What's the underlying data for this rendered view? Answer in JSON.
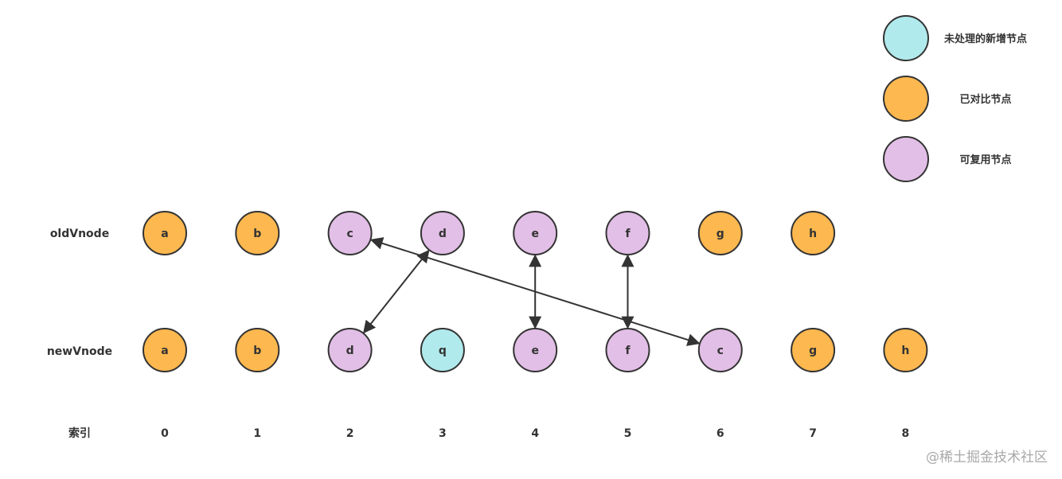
{
  "colors": {
    "unprocessed_new": "#b1eaec",
    "compared": "#fdb84f",
    "reusable": "#e2bfe6",
    "stroke": "#333333"
  },
  "legend": [
    {
      "label": "未处理的新增节点",
      "kind": "unprocessed_new"
    },
    {
      "label": "已对比节点",
      "kind": "compared"
    },
    {
      "label": "可复用节点",
      "kind": "reusable"
    }
  ],
  "rows": {
    "old_label": "oldVnode",
    "new_label": "newVnode",
    "index_label": "索引"
  },
  "old_nodes": [
    {
      "text": "a",
      "kind": "compared",
      "slot": 0
    },
    {
      "text": "b",
      "kind": "compared",
      "slot": 1
    },
    {
      "text": "c",
      "kind": "reusable",
      "slot": 2
    },
    {
      "text": "d",
      "kind": "reusable",
      "slot": 3
    },
    {
      "text": "e",
      "kind": "reusable",
      "slot": 4
    },
    {
      "text": "f",
      "kind": "reusable",
      "slot": 5
    },
    {
      "text": "g",
      "kind": "compared",
      "slot": 6
    },
    {
      "text": "h",
      "kind": "compared",
      "slot": 7
    }
  ],
  "new_nodes": [
    {
      "text": "a",
      "kind": "compared",
      "slot": 0
    },
    {
      "text": "b",
      "kind": "compared",
      "slot": 1
    },
    {
      "text": "d",
      "kind": "reusable",
      "slot": 2
    },
    {
      "text": "q",
      "kind": "unprocessed_new",
      "slot": 3
    },
    {
      "text": "e",
      "kind": "reusable",
      "slot": 4
    },
    {
      "text": "f",
      "kind": "reusable",
      "slot": 5
    },
    {
      "text": "c",
      "kind": "reusable",
      "slot": 6
    },
    {
      "text": "g",
      "kind": "compared",
      "slot": 7
    },
    {
      "text": "h",
      "kind": "compared",
      "slot": 8
    }
  ],
  "indices": [
    "0",
    "1",
    "2",
    "3",
    "4",
    "5",
    "6",
    "7",
    "8"
  ],
  "links": [
    {
      "old_slot": 3,
      "new_slot": 2
    },
    {
      "old_slot": 4,
      "new_slot": 4
    },
    {
      "old_slot": 5,
      "new_slot": 5
    },
    {
      "old_slot": 2,
      "new_slot": 6
    }
  ],
  "watermark": "@稀土掘金技术社区"
}
